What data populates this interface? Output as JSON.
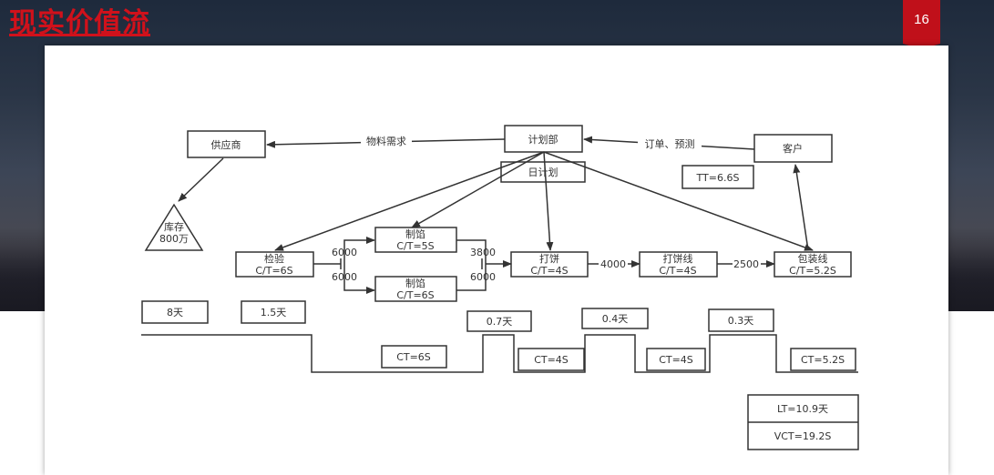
{
  "slide": {
    "title": "现实价值流",
    "page_number": "16",
    "colors": {
      "accent": "#c0101a",
      "background": "#1e2a3c"
    }
  },
  "diagram": {
    "nodes": {
      "supplier": "供应商",
      "planning": "计划部",
      "daily_plan": "日计划",
      "customer": "客户",
      "takt": "TT=6.6S",
      "inventory_line1": "库存",
      "inventory_line2": "800万",
      "inspect_name": "检验",
      "inspect_ct": "C/T=6S",
      "filling1_name": "制馅",
      "filling1_ct": "C/T=5S",
      "filling2_name": "制馅",
      "filling2_ct": "C/T=6S",
      "pancake_name": "打饼",
      "pancake_ct": "C/T=4S",
      "pancake_line_name": "打饼线",
      "pancake_line_ct": "C/T=4S",
      "pack_name": "包装线",
      "pack_ct": "C/T=5.2S"
    },
    "flows": {
      "material_demand": "物料需求",
      "order_forecast": "订单、预测",
      "q_6000_top": "6000",
      "q_6000_bottom": "6000",
      "q_3800": "3800",
      "q_6000_right": "6000",
      "q_4000": "4000",
      "q_2500": "2500"
    },
    "timeline": {
      "wait_8": "8天",
      "wait_1_5": "1.5天",
      "wait_0_7": "0.7天",
      "wait_0_4": "0.4天",
      "wait_0_3": "0.3天",
      "ct_6": "CT=6S",
      "ct_4a": "CT=4S",
      "ct_4b": "CT=4S",
      "ct_5_2": "CT=5.2S"
    },
    "summary": {
      "lt": "LT=10.9天",
      "vct": "VCT=19.2S"
    }
  }
}
